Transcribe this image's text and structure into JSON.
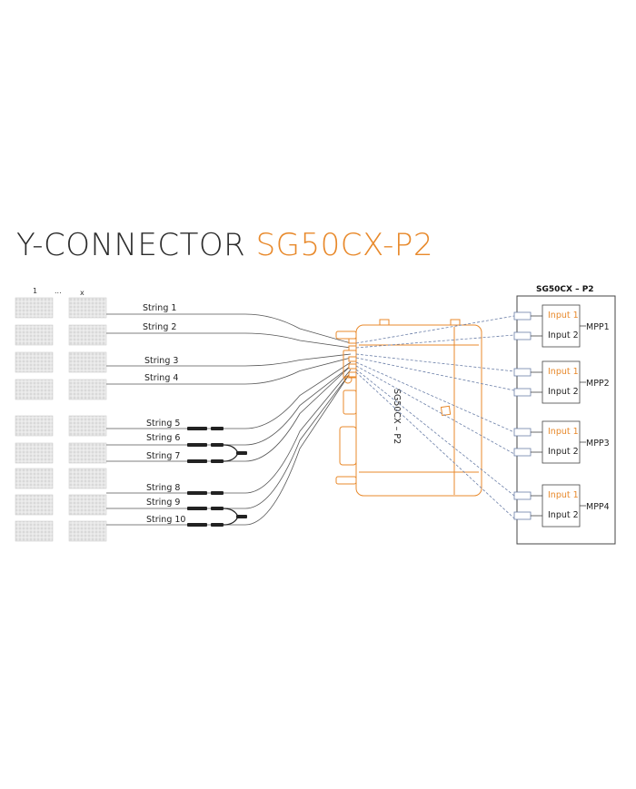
{
  "title": {
    "part1": "Y-CONNECTOR",
    "part2": "SG50CX-P2"
  },
  "colors": {
    "accent": "#e8892b",
    "text": "#2b2b2b",
    "dash": "#6b7fa8"
  },
  "panel_headers": {
    "first": "1",
    "dots": "...",
    "last": "x"
  },
  "strings": [
    "String 1",
    "String 2",
    "String 3",
    "String 4",
    "String 5",
    "String 6",
    "String 7",
    "String 8",
    "String 9",
    "String 10"
  ],
  "inverter_label": "SG50CX – P2",
  "box_title": "SG50CX – P2",
  "mpps": [
    {
      "name": "MPP1",
      "input1": "Input 1",
      "input2": "Input 2"
    },
    {
      "name": "MPP2",
      "input1": "Input 1",
      "input2": "Input 2"
    },
    {
      "name": "MPP3",
      "input1": "Input 1",
      "input2": "Input 2"
    },
    {
      "name": "MPP4",
      "input1": "Input 1",
      "input2": "Input 2"
    }
  ]
}
